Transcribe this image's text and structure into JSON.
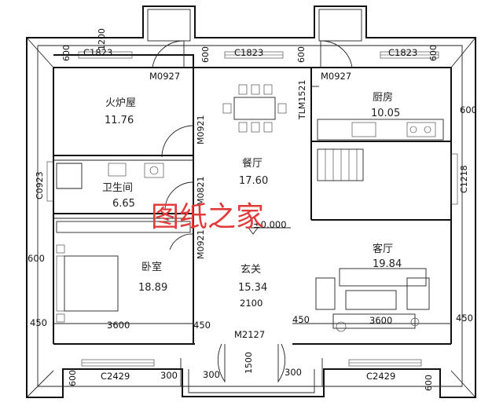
{
  "rooms": {
    "stove_room": {
      "name": "火炉屋",
      "area": "11.76"
    },
    "kitchen": {
      "name": "厨房",
      "area": "10.05"
    },
    "dining": {
      "name": "餐厅",
      "area": "17.60"
    },
    "bathroom": {
      "name": "卫生间",
      "area": "6.65"
    },
    "bedroom": {
      "name": "卧室",
      "area": "18.89"
    },
    "entrance": {
      "name": "玄关",
      "area": "15.34"
    },
    "living": {
      "name": "客厅",
      "area": "19.84"
    }
  },
  "watermark": "图纸之家",
  "level_mark": "±0.000",
  "labels": {
    "window_top_left": "C1823",
    "window_top_center": "C1823",
    "window_top_right": "C1823",
    "door_top_left": "M0927",
    "door_top_right": "M0927",
    "door_stove": "M0921",
    "door_bath": "M0821",
    "door_bed": "M0921",
    "door_kitchen": "TLM1521",
    "window_left": "C0923",
    "window_right": "C1218",
    "door_main": "M2127",
    "window_bottom_left": "C2429",
    "window_bottom_right": "C2429"
  },
  "dims": {
    "top_left_1200": "1200",
    "top_left_600": "600",
    "top_mid_600_a": "600",
    "top_mid_600_b": "600",
    "top_right_600": "600",
    "right_600": "600",
    "left_600": "600",
    "left_450": "450",
    "bed_3600": "3600",
    "mid_450": "450",
    "entry_2100": "2100",
    "living_450": "450",
    "living_3600": "3600",
    "right_450": "450",
    "bottom_left_600": "600",
    "bottom_300_a": "300",
    "bottom_300_b": "300",
    "bottom_1500": "1500",
    "bottom_300_c": "300",
    "bottom_right_600": "600"
  }
}
